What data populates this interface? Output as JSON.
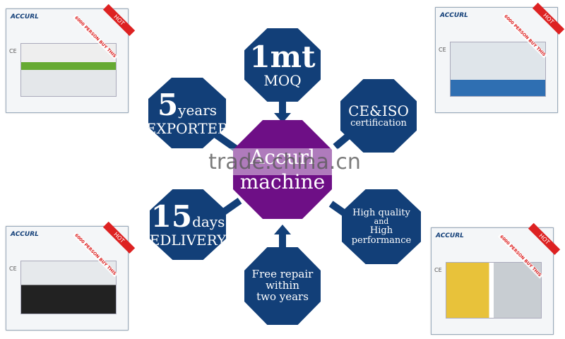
{
  "center": {
    "line1": "Accurl",
    "line2": "machine"
  },
  "features": [
    {
      "big": "1mt",
      "small": "MOQ"
    },
    {
      "big": "5",
      "suffix": "years",
      "small": "EXPORTER"
    },
    {
      "line1": "CE&ISO",
      "line2": "certification"
    },
    {
      "big": "15",
      "suffix": "days",
      "small": "EDLIVERY"
    },
    {
      "line1": "High quality",
      "line2": "and",
      "line3": "High performance"
    },
    {
      "line1": "Free repair",
      "line2": "within",
      "line3": "two years"
    }
  ],
  "photos": {
    "logo": "ACCURL",
    "hot": "HOT",
    "tag": "6000 PERSON BUY THIS",
    "certs": "CE"
  },
  "watermark": "trade.china.cn",
  "colors": {
    "navy": "#123f78",
    "purple": "#6e0f86"
  }
}
